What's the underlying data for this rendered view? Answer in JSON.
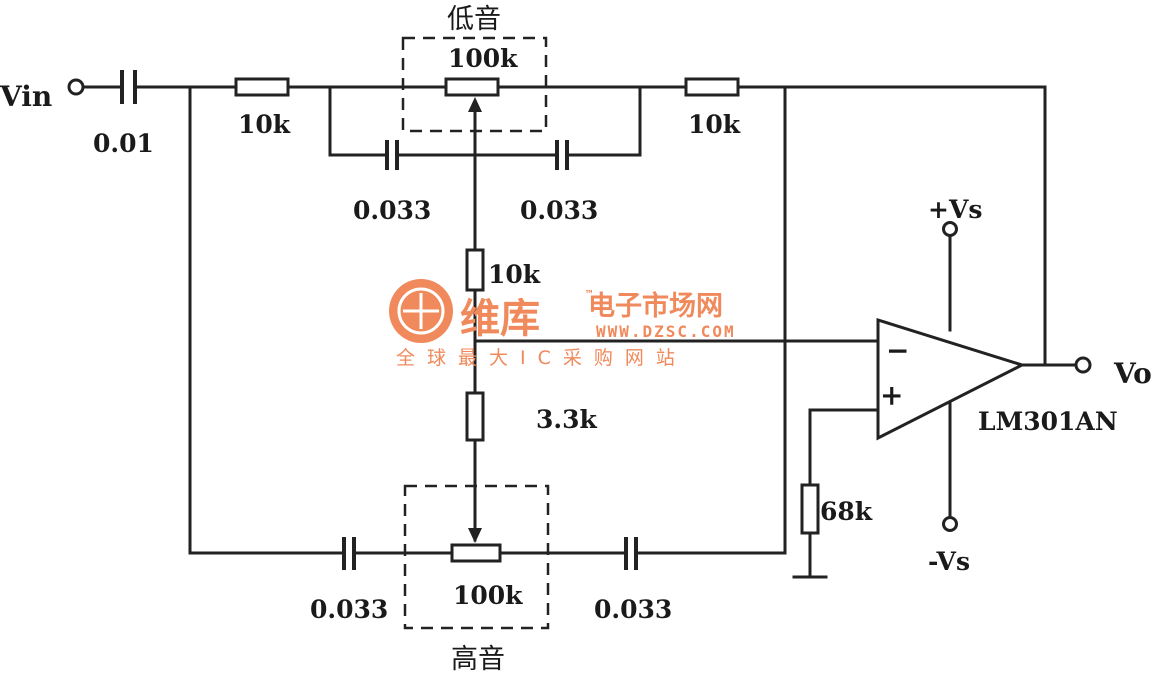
{
  "labels": {
    "vin": "Vin",
    "vo": "Vo",
    "c_in": "0.01",
    "r_left": "10k",
    "r_right": "10k",
    "pot_bass": "100k",
    "bass": "低音",
    "c_bass_left": "0.033",
    "c_bass_right": "0.033",
    "r_mid": "10k",
    "r_33": "3.3k",
    "pot_treble": "100k",
    "treble": "高音",
    "c_treble_left": "0.033",
    "c_treble_right": "0.033",
    "r_68": "68k",
    "vs_plus": "+Vs",
    "vs_minus": "-Vs",
    "opamp": "LM301AN",
    "opamp_minus": "−",
    "opamp_plus": "+"
  },
  "watermark": {
    "brand": "维库",
    "brand_suffix": "电子市场网",
    "tm": "™",
    "url": "WWW.DZSC.COM",
    "slogan": "全球最大IC采购网站",
    "color": "#f08a5c"
  }
}
